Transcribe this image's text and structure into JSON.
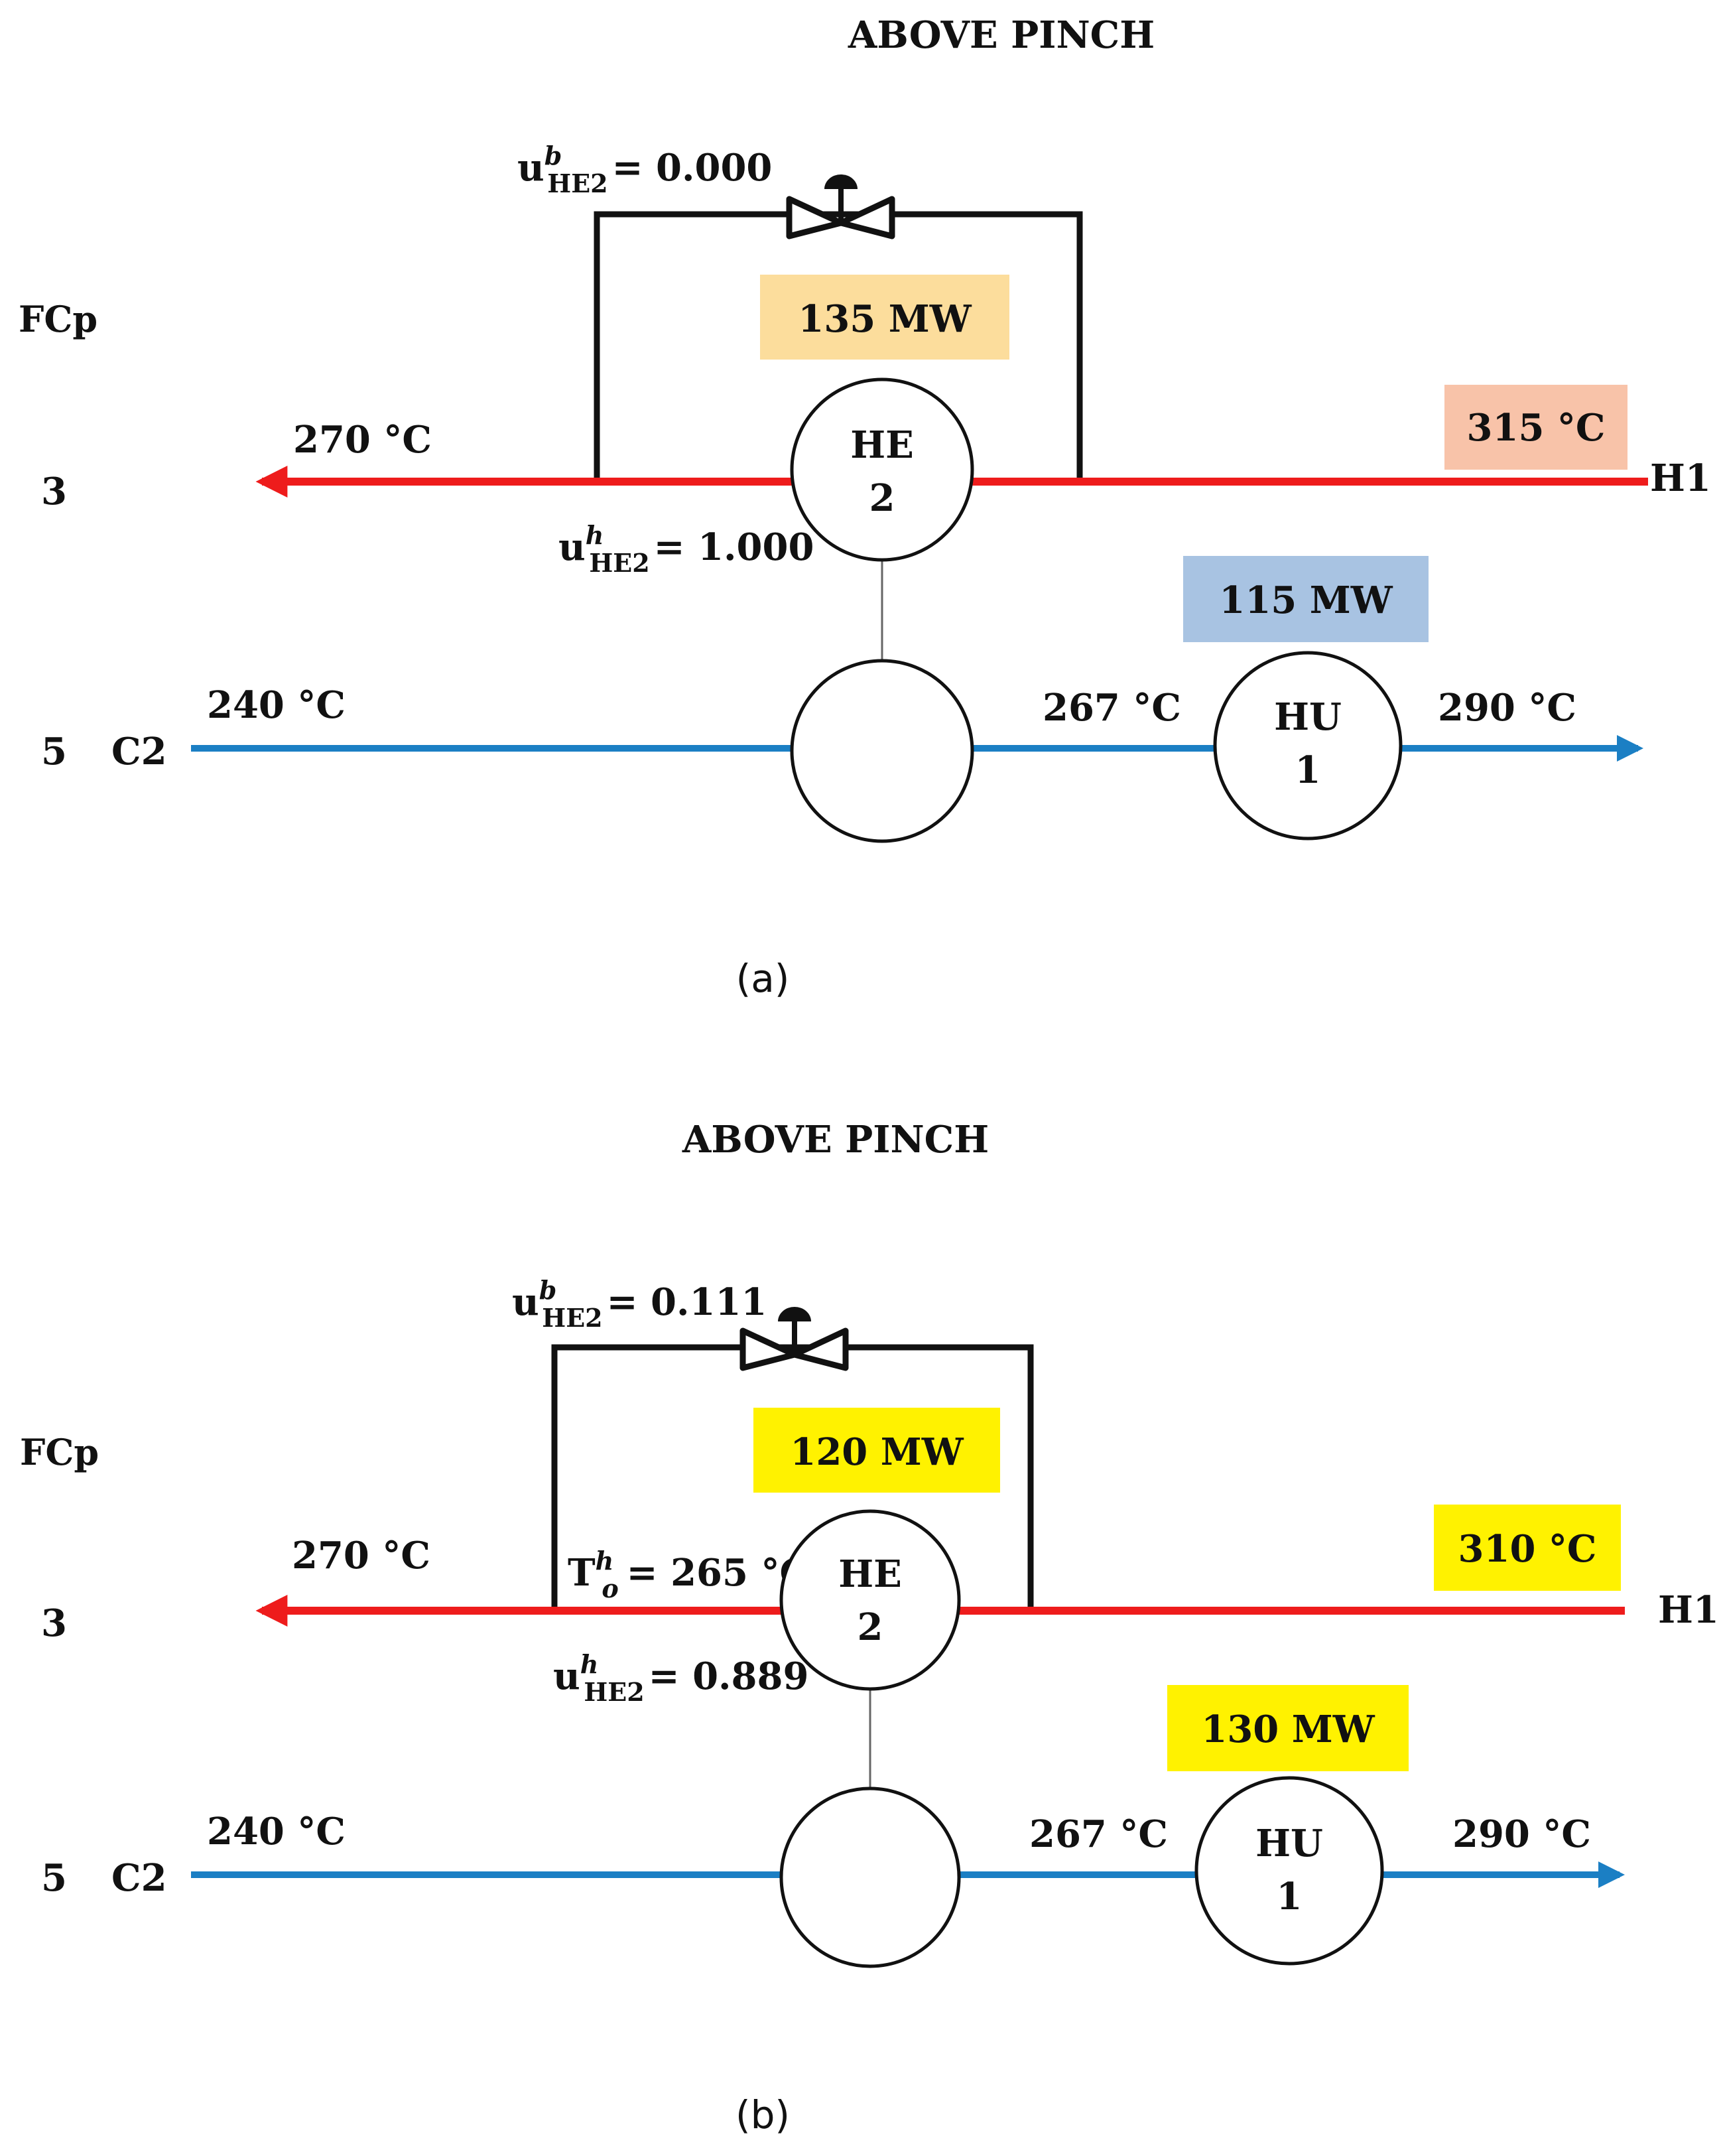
{
  "panels": [
    {
      "title": "ABOVE PINCH",
      "caption": "(a)",
      "fcp_header": "FCp",
      "hot_stream": {
        "fcp": "3",
        "name": "H1",
        "t_in": "315 °C",
        "t_out": "270 °C",
        "color": "#ee1c1c",
        "t_in_box_color": "#f8c3a9"
      },
      "cold_stream": {
        "fcp": "5",
        "name": "C2",
        "t_in": "240 °C",
        "t_mid": "267 °C",
        "t_out": "290 °C",
        "color": "#1b7fc4"
      },
      "exchanger": {
        "line1": "HE",
        "line2": "2",
        "duty": "135 MW",
        "duty_box_color": "#fcdd9c"
      },
      "heater": {
        "line1": "HU",
        "line2": "1",
        "duty": "115 MW",
        "duty_box_color": "#a8c3e2"
      },
      "bypass": {
        "var": "u",
        "sup": "b",
        "sub": "HE2",
        "value": "= 0.000"
      },
      "hot_split": {
        "var": "u",
        "sup": "h",
        "sub": "HE2",
        "value": "= 1.000"
      }
    },
    {
      "title": "ABOVE PINCH",
      "caption": "(b)",
      "fcp_header": "FCp",
      "hot_stream": {
        "fcp": "3",
        "name": "H1",
        "t_in": "310 °C",
        "t_out": "270 °C",
        "color": "#ee1c1c",
        "t_in_box_color": "#fff200"
      },
      "cold_stream": {
        "fcp": "5",
        "name": "C2",
        "t_in": "240 °C",
        "t_mid": "267 °C",
        "t_out": "290 °C",
        "color": "#1b7fc4"
      },
      "exchanger": {
        "line1": "HE",
        "line2": "2",
        "duty": "120 MW",
        "duty_box_color": "#fff200"
      },
      "heater": {
        "line1": "HU",
        "line2": "1",
        "duty": "130 MW",
        "duty_box_color": "#fff200"
      },
      "bypass": {
        "var": "u",
        "sup": "b",
        "sub": "HE2",
        "value": "= 0.111"
      },
      "hot_split": {
        "var": "u",
        "sup": "h",
        "sub": "HE2",
        "value": "= 0.889"
      },
      "outlet_temp": {
        "var": "T",
        "sup": "h",
        "sub": "o",
        "value": "= 265 °C"
      }
    }
  ]
}
